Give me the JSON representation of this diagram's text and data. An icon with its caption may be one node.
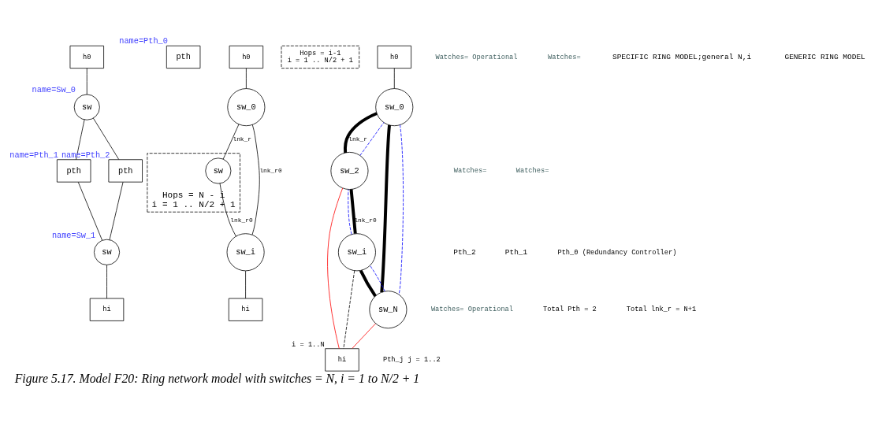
{
  "diagram": {
    "caption": "Figure 5.17. Model F20: Ring network model with switches = N, i = 1 to N/2 + 1",
    "nodes": [
      {
        "text": [
          "h0"
        ]
      },
      {
        "text": [
          "sw"
        ],
        "beside": [
          "name=Sw_0"
        ]
      },
      {
        "text": [
          "pth"
        ],
        "beside": [
          "name=Pth_1"
        ]
      },
      {
        "text": [
          "pth"
        ],
        "beside": [
          "name=Pth_0"
        ]
      },
      {
        "text": [
          "pth"
        ],
        "beside": [
          "name=Pth_2"
        ]
      },
      {
        "text": [
          "sw"
        ],
        "beside": [
          "name=Sw_1"
        ]
      },
      {
        "text": [
          "hi"
        ]
      },
      {
        "text": [
          "h0"
        ]
      },
      {
        "text": [
          "sw_0"
        ]
      },
      {
        "text": [
          "Hops = N - i",
          "i = 1 .. N/2 + 1"
        ]
      },
      {
        "text": [
          "sw"
        ],
        "in": 9
      },
      {
        "text": [
          "Hops = i-1",
          "i = 1 .. N/2 + 1"
        ]
      },
      {
        "text": [
          "sw_i"
        ]
      },
      {
        "text": [
          "hi"
        ]
      },
      {
        "text": [
          "h0"
        ]
      },
      {
        "text": [
          "sw_0"
        ]
      },
      {
        "text": [
          "sw_2"
        ]
      },
      {
        "text": [
          "sw_i"
        ]
      },
      {
        "text": [
          "sw_N"
        ]
      },
      {
        "text": [
          "hi"
        ],
        "beside": [
          "i = 1..N"
        ]
      }
    ],
    "edges": [
      {
        "from": 0,
        "to": 1,
        "arrow": "none"
      },
      {
        "from": 1,
        "to": 2,
        "arrow": "none"
      },
      {
        "from": 1,
        "to": 4,
        "arrow": "none"
      },
      {
        "from": 2,
        "to": 5,
        "arrow": "none"
      },
      {
        "from": 4,
        "to": 5,
        "arrow": "none"
      },
      {
        "from": 5,
        "to": 6,
        "arrow": "none"
      },
      {
        "from": 7,
        "to": 8,
        "arrow": "none"
      },
      {
        "from": 8,
        "to": 10,
        "arrow": "none",
        "label": "lnk_r"
      },
      {
        "from": 10,
        "to": 12,
        "arrow": "none",
        "label": "lnk_r0"
      },
      {
        "from": 8,
        "to": 12,
        "arrow": "none",
        "label": "lnk_r0"
      },
      {
        "from": 12,
        "to": 13,
        "arrow": "none"
      },
      {
        "from": 14,
        "to": 15,
        "arrow": "none"
      },
      {
        "from": 15,
        "to": 16,
        "arrow": "none",
        "style": "thick",
        "label": "lnk_r"
      },
      {
        "from": 15,
        "to": 18,
        "arrow": "none",
        "style": "thick"
      },
      {
        "from": 16,
        "to": 17,
        "arrow": "none",
        "style": "thick",
        "label": "lnk_r0"
      },
      {
        "from": 17,
        "to": 18,
        "arrow": "none",
        "style": "thick"
      },
      {
        "from": 16,
        "to": 15,
        "arrow": "none",
        "style": "dashed",
        "color": "#0000ff"
      },
      {
        "from": 15,
        "to": 18,
        "arrow": "none",
        "style": "dashed",
        "color": "#0000ff"
      },
      {
        "from": 18,
        "to": 17,
        "arrow": "none",
        "style": "dashed",
        "color": "#0000ff"
      },
      {
        "from": 17,
        "to": 16,
        "arrow": "none",
        "style": "dashed",
        "color": "#0000ff"
      },
      {
        "from": 16,
        "to": 19,
        "arrow": "none",
        "color": "#ff0000"
      },
      {
        "from": 18,
        "to": 19,
        "arrow": "none",
        "color": "#ff0000"
      },
      {
        "from": 17,
        "to": 19,
        "arrow": "none",
        "style": "dashed"
      }
    ],
    "labels": [
      "Watches= Operational",
      "Watches=",
      "Watches=",
      "Watches=",
      "Watches= Operational",
      "SPECIFIC RING MODEL;general N,i",
      "Pth_2",
      "Pth_1",
      "Total Pth = 2",
      "GENERIC RING MODEL",
      "Total lnk_r = N+1",
      "Pth_0 (Redundancy Controller)",
      "Pth_j j = 1..2"
    ]
  }
}
